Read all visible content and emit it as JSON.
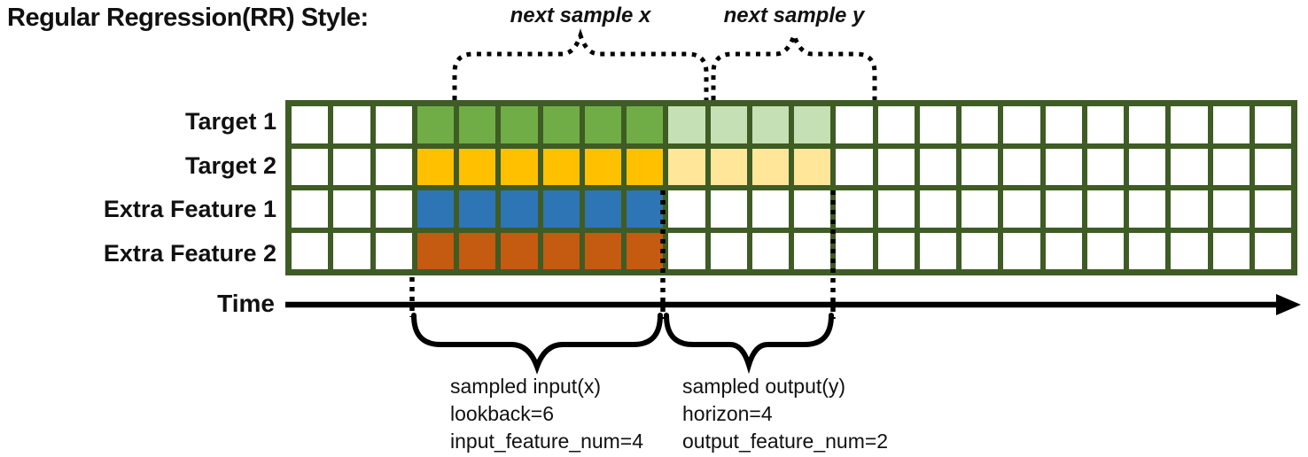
{
  "title": "Regular Regression(RR) Style:",
  "annotations": {
    "next_sample_x": "next sample x",
    "next_sample_y": "next sample y",
    "time_label": "Time",
    "input_block": [
      "sampled input(x)",
      "lookback=6",
      "input_feature_num=4"
    ],
    "output_block": [
      "sampled output(y)",
      "horizon=4",
      "output_feature_num=2"
    ]
  },
  "grid": {
    "columns": 24,
    "input_start": 3,
    "lookback": 6,
    "horizon": 4,
    "border_color": "#3E5C24",
    "rows": [
      {
        "label": "Target 1",
        "input_color": "#70AD47",
        "output_color": "#C5E0B4"
      },
      {
        "label": "Target 2",
        "input_color": "#FFC000",
        "output_color": "#FFE699"
      },
      {
        "label": "Extra Feature 1",
        "input_color": "#2E75B6",
        "output_color": null
      },
      {
        "label": "Extra Feature 2",
        "input_color": "#C55A11",
        "output_color": null
      }
    ]
  },
  "colors": {
    "annotation_line": "#000000",
    "background": "#FFFFFF",
    "text": "#111111"
  }
}
